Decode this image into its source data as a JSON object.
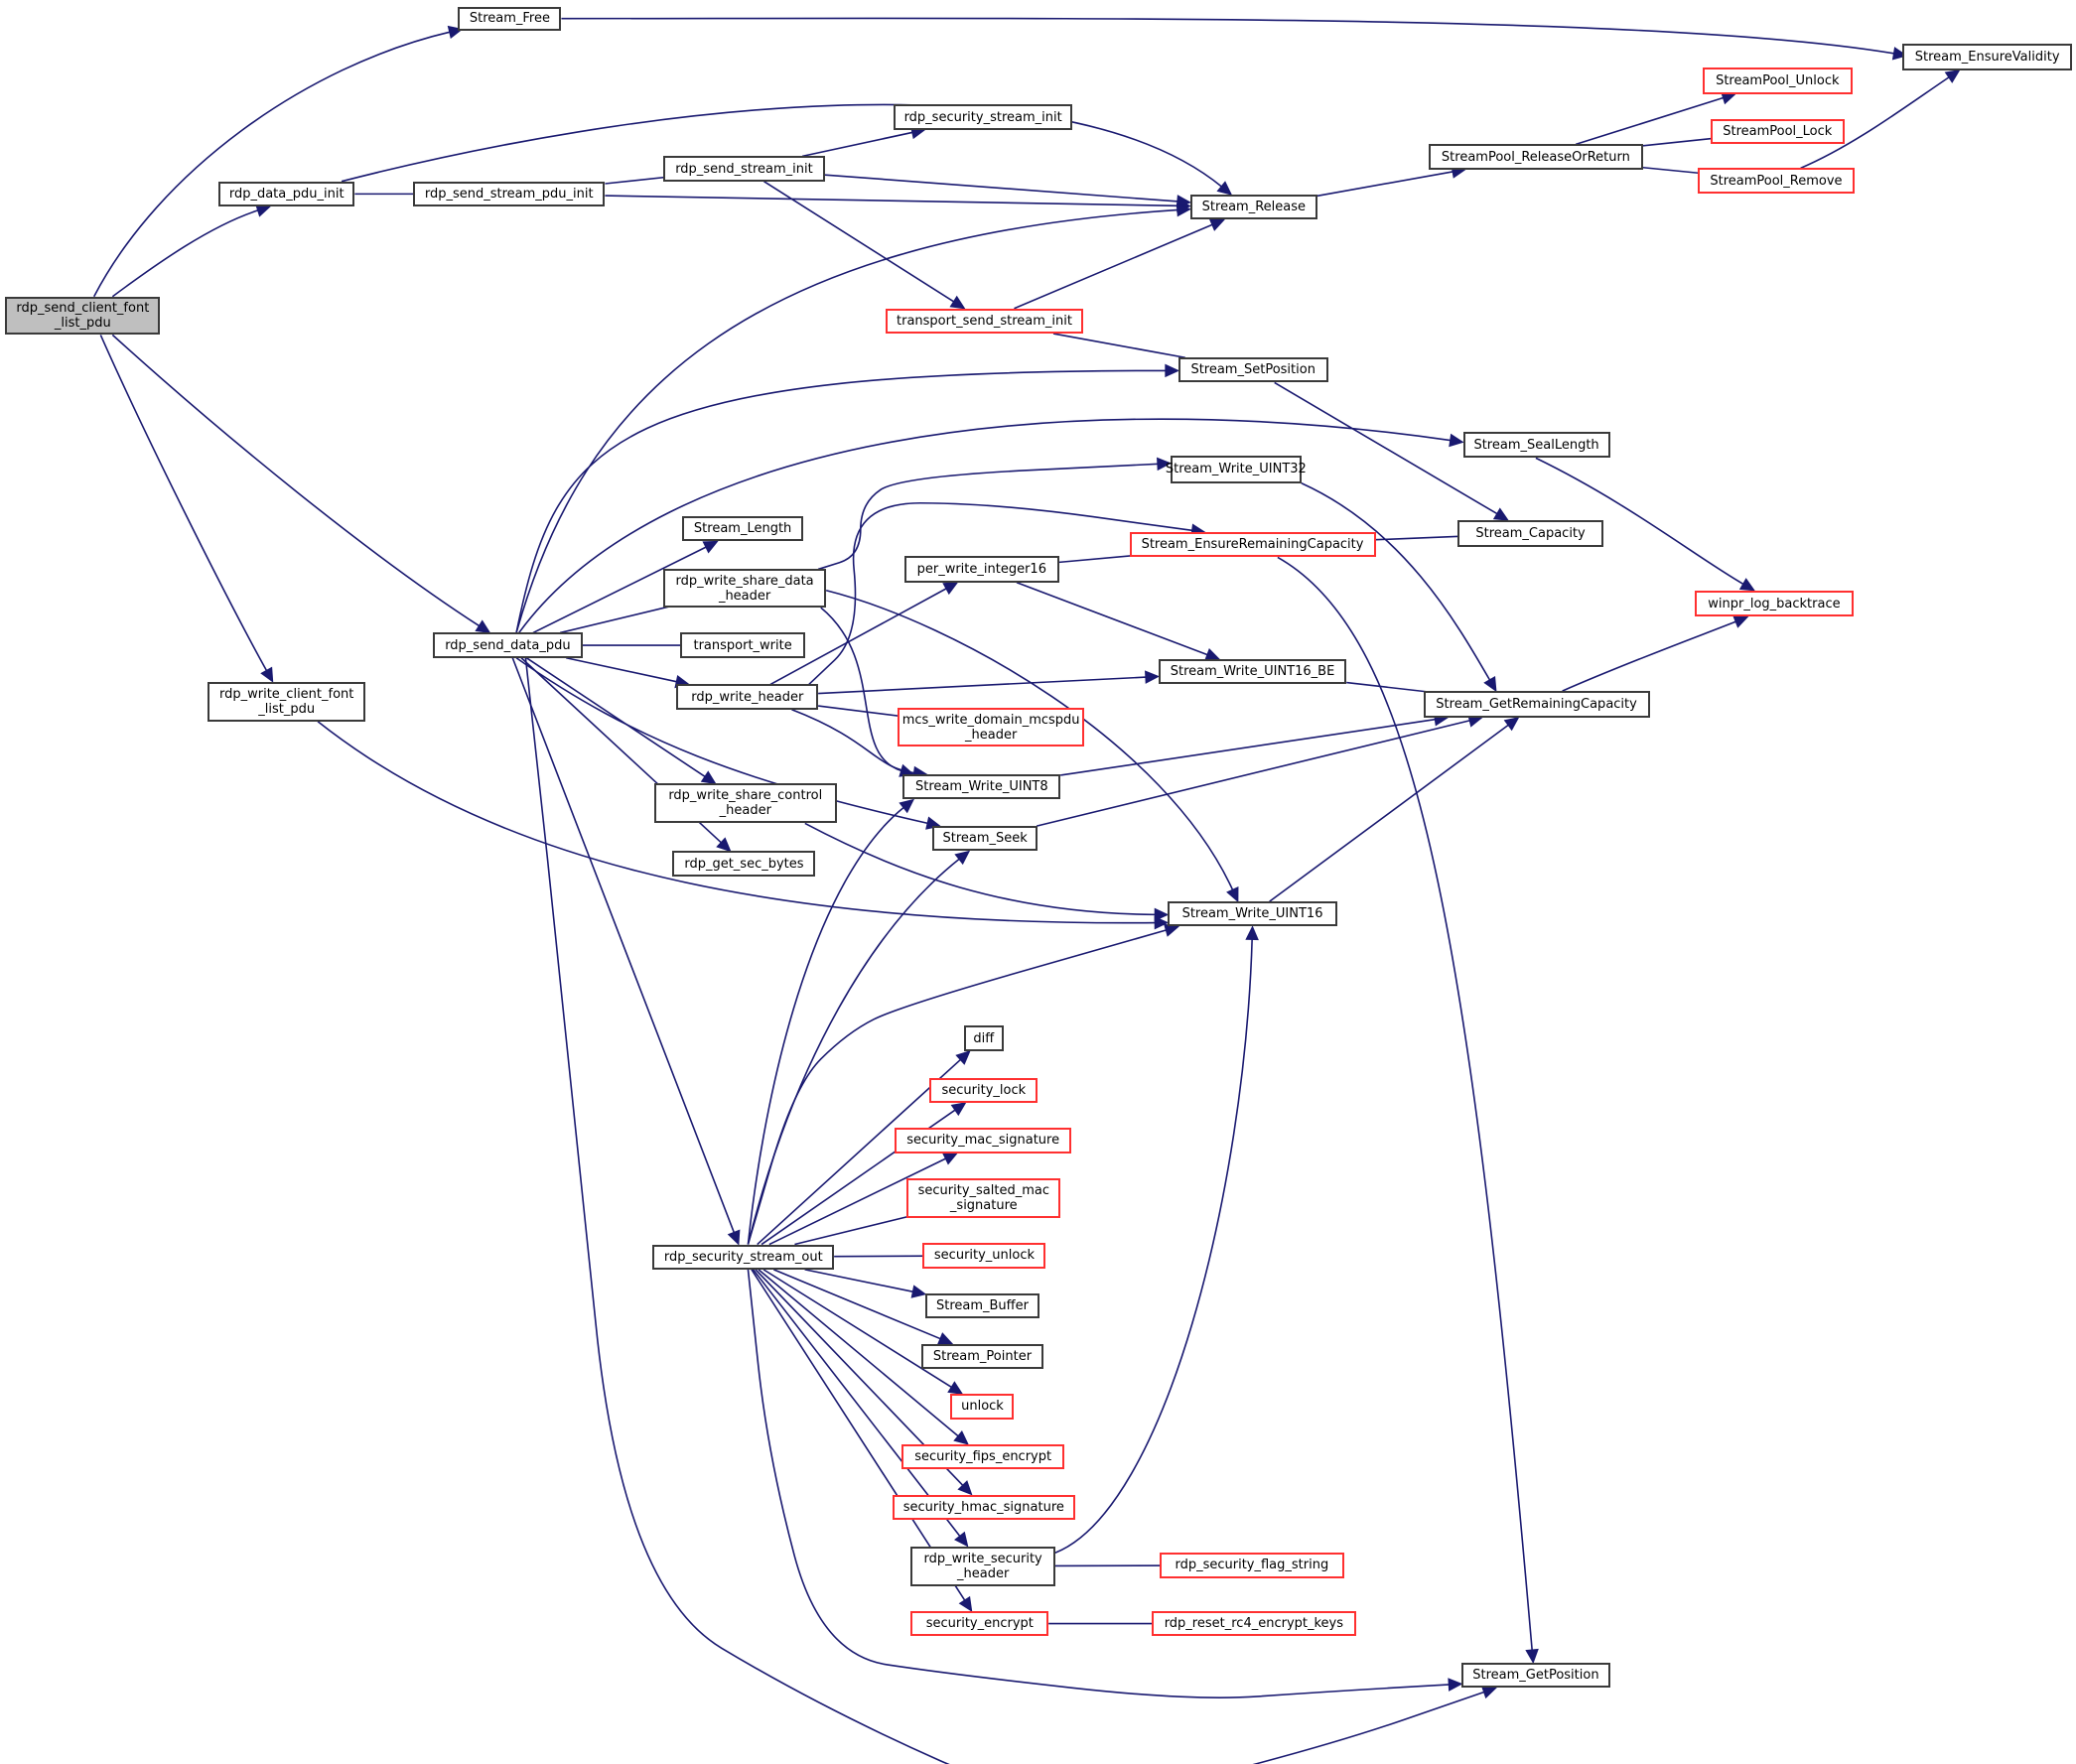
{
  "graph": {
    "title": "Call graph for rdp_send_client_font_list_pdu",
    "root": "rdp_send_client_font_list_pdu",
    "colors": {
      "edge": "#191970",
      "root_fill": "#bfbfbf",
      "node_border": "#3a3a3a",
      "truncated_border": "#ff3030"
    },
    "nodes": [
      {
        "id": "root",
        "label": "rdp_send_client_font\n_list_pdu",
        "style": "root"
      },
      {
        "id": "stream_free",
        "label": "Stream_Free",
        "style": "normal"
      },
      {
        "id": "stream_ensurevalidity",
        "label": "Stream_EnsureValidity",
        "style": "normal"
      },
      {
        "id": "rdp_data_pdu_init",
        "label": "rdp_data_pdu_init",
        "style": "normal"
      },
      {
        "id": "rdp_send_stream_pdu_init",
        "label": "rdp_send_stream_pdu_init",
        "style": "normal"
      },
      {
        "id": "rdp_send_stream_init",
        "label": "rdp_send_stream_init",
        "style": "normal"
      },
      {
        "id": "rdp_security_stream_init",
        "label": "rdp_security_stream_init",
        "style": "normal"
      },
      {
        "id": "stream_release",
        "label": "Stream_Release",
        "style": "normal"
      },
      {
        "id": "streampool_releaseorreturn",
        "label": "StreamPool_ReleaseOrReturn",
        "style": "normal"
      },
      {
        "id": "streampool_unlock",
        "label": "StreamPool_Unlock",
        "style": "truncated"
      },
      {
        "id": "streampool_lock",
        "label": "StreamPool_Lock",
        "style": "truncated"
      },
      {
        "id": "streampool_remove",
        "label": "StreamPool_Remove",
        "style": "truncated"
      },
      {
        "id": "transport_send_stream_init",
        "label": "transport_send_stream_init",
        "style": "truncated"
      },
      {
        "id": "stream_setposition",
        "label": "Stream_SetPosition",
        "style": "normal"
      },
      {
        "id": "stream_seallength",
        "label": "Stream_SealLength",
        "style": "normal"
      },
      {
        "id": "stream_write_uint32",
        "label": "Stream_Write_UINT32",
        "style": "normal"
      },
      {
        "id": "stream_length",
        "label": "Stream_Length",
        "style": "normal"
      },
      {
        "id": "stream_ensureremainingcapacity",
        "label": "Stream_EnsureRemainingCapacity",
        "style": "truncated"
      },
      {
        "id": "stream_capacity",
        "label": "Stream_Capacity",
        "style": "normal"
      },
      {
        "id": "per_write_integer16",
        "label": "per_write_integer16",
        "style": "normal"
      },
      {
        "id": "rdp_write_share_data_header",
        "label": "rdp_write_share_data\n_header",
        "style": "normal"
      },
      {
        "id": "winpr_log_backtrace",
        "label": "winpr_log_backtrace",
        "style": "truncated"
      },
      {
        "id": "rdp_send_data_pdu",
        "label": "rdp_send_data_pdu",
        "style": "normal"
      },
      {
        "id": "transport_write",
        "label": "transport_write",
        "style": "normal"
      },
      {
        "id": "rdp_write_header",
        "label": "rdp_write_header",
        "style": "normal"
      },
      {
        "id": "stream_write_uint16_be",
        "label": "Stream_Write_UINT16_BE",
        "style": "normal"
      },
      {
        "id": "stream_getremainingcapacity",
        "label": "Stream_GetRemainingCapacity",
        "style": "normal"
      },
      {
        "id": "rdp_write_client_font_list_pdu",
        "label": "rdp_write_client_font\n_list_pdu",
        "style": "normal"
      },
      {
        "id": "mcs_write_domain_mcspdu_header",
        "label": "mcs_write_domain_mcspdu\n_header",
        "style": "truncated"
      },
      {
        "id": "stream_write_uint8",
        "label": "Stream_Write_UINT8",
        "style": "normal"
      },
      {
        "id": "rdp_write_share_control_header",
        "label": "rdp_write_share_control\n_header",
        "style": "normal"
      },
      {
        "id": "stream_seek",
        "label": "Stream_Seek",
        "style": "normal"
      },
      {
        "id": "rdp_get_sec_bytes",
        "label": "rdp_get_sec_bytes",
        "style": "normal"
      },
      {
        "id": "stream_write_uint16",
        "label": "Stream_Write_UINT16",
        "style": "normal"
      },
      {
        "id": "diff",
        "label": "diff",
        "style": "normal"
      },
      {
        "id": "security_lock",
        "label": "security_lock",
        "style": "truncated"
      },
      {
        "id": "security_mac_signature",
        "label": "security_mac_signature",
        "style": "truncated"
      },
      {
        "id": "security_salted_mac_signature",
        "label": "security_salted_mac\n_signature",
        "style": "truncated"
      },
      {
        "id": "rdp_security_stream_out",
        "label": "rdp_security_stream_out",
        "style": "normal"
      },
      {
        "id": "security_unlock",
        "label": "security_unlock",
        "style": "truncated"
      },
      {
        "id": "stream_buffer",
        "label": "Stream_Buffer",
        "style": "normal"
      },
      {
        "id": "stream_pointer",
        "label": "Stream_Pointer",
        "style": "normal"
      },
      {
        "id": "unlock",
        "label": "unlock",
        "style": "truncated"
      },
      {
        "id": "security_fips_encrypt",
        "label": "security_fips_encrypt",
        "style": "truncated"
      },
      {
        "id": "security_hmac_signature",
        "label": "security_hmac_signature",
        "style": "truncated"
      },
      {
        "id": "rdp_write_security_header",
        "label": "rdp_write_security\n_header",
        "style": "normal"
      },
      {
        "id": "rdp_security_flag_string",
        "label": "rdp_security_flag_string",
        "style": "truncated"
      },
      {
        "id": "security_encrypt",
        "label": "security_encrypt",
        "style": "truncated"
      },
      {
        "id": "rdp_reset_rc4_encrypt_keys",
        "label": "rdp_reset_rc4_encrypt_keys",
        "style": "truncated"
      },
      {
        "id": "stream_getposition",
        "label": "Stream_GetPosition",
        "style": "normal"
      }
    ],
    "edges": [
      [
        "root",
        "stream_free"
      ],
      [
        "root",
        "rdp_data_pdu_init"
      ],
      [
        "root",
        "rdp_send_data_pdu"
      ],
      [
        "root",
        "rdp_write_client_font_list_pdu"
      ],
      [
        "stream_free",
        "stream_ensurevalidity"
      ],
      [
        "rdp_data_pdu_init",
        "rdp_send_stream_pdu_init"
      ],
      [
        "rdp_data_pdu_init",
        "stream_release"
      ],
      [
        "rdp_send_stream_pdu_init",
        "rdp_send_stream_init"
      ],
      [
        "rdp_send_stream_pdu_init",
        "stream_release"
      ],
      [
        "rdp_send_stream_init",
        "rdp_security_stream_init"
      ],
      [
        "rdp_send_stream_init",
        "stream_release"
      ],
      [
        "rdp_send_stream_init",
        "transport_send_stream_init"
      ],
      [
        "stream_release",
        "streampool_releaseorreturn"
      ],
      [
        "streampool_releaseorreturn",
        "streampool_unlock"
      ],
      [
        "streampool_releaseorreturn",
        "streampool_lock"
      ],
      [
        "streampool_releaseorreturn",
        "streampool_remove"
      ],
      [
        "streampool_remove",
        "stream_ensurevalidity"
      ],
      [
        "transport_send_stream_init",
        "stream_release"
      ],
      [
        "transport_send_stream_init",
        "stream_setposition"
      ],
      [
        "stream_setposition",
        "stream_capacity"
      ],
      [
        "stream_seallength",
        "winpr_log_backtrace"
      ],
      [
        "stream_write_uint32",
        "stream_getremainingcapacity"
      ],
      [
        "stream_ensureremainingcapacity",
        "stream_capacity"
      ],
      [
        "stream_ensureremainingcapacity",
        "stream_getposition"
      ],
      [
        "per_write_integer16",
        "stream_ensureremainingcapacity"
      ],
      [
        "per_write_integer16",
        "stream_write_uint16_be"
      ],
      [
        "rdp_write_share_data_header",
        "stream_write_uint32"
      ],
      [
        "rdp_write_share_data_header",
        "stream_write_uint8"
      ],
      [
        "rdp_write_share_data_header",
        "stream_write_uint16"
      ],
      [
        "rdp_send_data_pdu",
        "stream_release"
      ],
      [
        "rdp_send_data_pdu",
        "stream_setposition"
      ],
      [
        "rdp_send_data_pdu",
        "stream_seallength"
      ],
      [
        "rdp_send_data_pdu",
        "stream_length"
      ],
      [
        "rdp_send_data_pdu",
        "rdp_write_share_data_header"
      ],
      [
        "rdp_send_data_pdu",
        "transport_write"
      ],
      [
        "rdp_send_data_pdu",
        "rdp_write_header"
      ],
      [
        "rdp_send_data_pdu",
        "stream_seek"
      ],
      [
        "rdp_send_data_pdu",
        "rdp_write_share_control_header"
      ],
      [
        "rdp_send_data_pdu",
        "rdp_get_sec_bytes"
      ],
      [
        "rdp_send_data_pdu",
        "rdp_security_stream_out"
      ],
      [
        "rdp_send_data_pdu",
        "stream_getposition"
      ],
      [
        "rdp_write_header",
        "stream_ensureremainingcapacity"
      ],
      [
        "rdp_write_header",
        "per_write_integer16"
      ],
      [
        "rdp_write_header",
        "stream_write_uint16_be"
      ],
      [
        "rdp_write_header",
        "mcs_write_domain_mcspdu_header"
      ],
      [
        "rdp_write_header",
        "stream_write_uint8"
      ],
      [
        "stream_write_uint16_be",
        "stream_getremainingcapacity"
      ],
      [
        "stream_getremainingcapacity",
        "winpr_log_backtrace"
      ],
      [
        "rdp_write_client_font_list_pdu",
        "stream_write_uint16"
      ],
      [
        "stream_write_uint8",
        "stream_getremainingcapacity"
      ],
      [
        "rdp_write_share_control_header",
        "stream_write_uint16"
      ],
      [
        "stream_seek",
        "stream_getremainingcapacity"
      ],
      [
        "stream_write_uint16",
        "stream_getremainingcapacity"
      ],
      [
        "rdp_security_stream_out",
        "stream_write_uint8"
      ],
      [
        "rdp_security_stream_out",
        "stream_seek"
      ],
      [
        "rdp_security_stream_out",
        "stream_write_uint16"
      ],
      [
        "rdp_security_stream_out",
        "diff"
      ],
      [
        "rdp_security_stream_out",
        "security_lock"
      ],
      [
        "rdp_security_stream_out",
        "security_mac_signature"
      ],
      [
        "rdp_security_stream_out",
        "security_salted_mac_signature"
      ],
      [
        "rdp_security_stream_out",
        "security_unlock"
      ],
      [
        "rdp_security_stream_out",
        "stream_buffer"
      ],
      [
        "rdp_security_stream_out",
        "stream_pointer"
      ],
      [
        "rdp_security_stream_out",
        "unlock"
      ],
      [
        "rdp_security_stream_out",
        "security_fips_encrypt"
      ],
      [
        "rdp_security_stream_out",
        "security_hmac_signature"
      ],
      [
        "rdp_security_stream_out",
        "rdp_write_security_header"
      ],
      [
        "rdp_security_stream_out",
        "security_encrypt"
      ],
      [
        "rdp_security_stream_out",
        "stream_getposition"
      ],
      [
        "rdp_write_security_header",
        "stream_write_uint16"
      ],
      [
        "rdp_write_security_header",
        "rdp_security_flag_string"
      ],
      [
        "security_encrypt",
        "rdp_reset_rc4_encrypt_keys"
      ]
    ]
  }
}
